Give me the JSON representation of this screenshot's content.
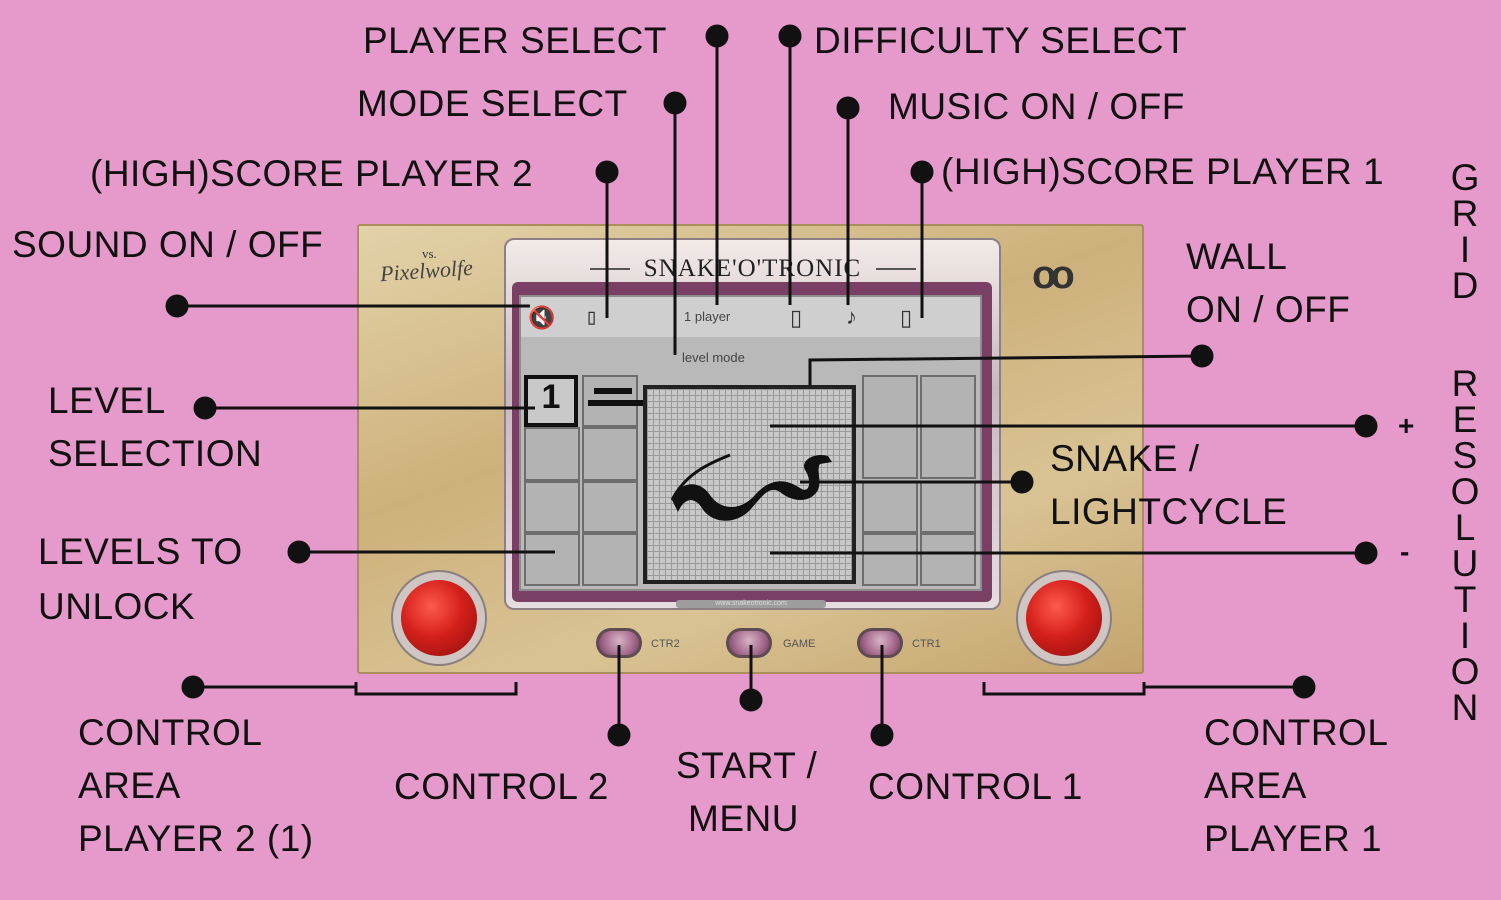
{
  "annotations": {
    "player_select": "PLAYER SELECT",
    "difficulty_select": "DIFFICULTY SELECT",
    "mode_select": "MODE SELECT",
    "music_on_off": "MUSIC ON / OFF",
    "highscore_player2": "(HIGH)SCORE PLAYER 2",
    "highscore_player1": "(HIGH)SCORE PLAYER 1",
    "sound_on_off": "SOUND ON / OFF",
    "wall_line1": "WALL",
    "wall_line2": "ON / OFF",
    "level_line1": "LEVEL",
    "level_line2": "SELECTION",
    "snake_line1": "SNAKE /",
    "snake_line2": "LIGHTCYCLE",
    "levels_line1": "LEVELS TO",
    "levels_line2": "UNLOCK",
    "control_area_p2_line1": "CONTROL",
    "control_area_p2_line2": "AREA",
    "control_area_p2_line3": "PLAYER 2 (1)",
    "control2": "CONTROL 2",
    "start_line1": "START /",
    "start_line2": "MENU",
    "control1": "CONTROL 1",
    "control_area_p1_line1": "CONTROL",
    "control_area_p1_line2": "AREA",
    "control_area_p1_line3": "PLAYER 1",
    "grid_resolution": "GRID RESOLUTION",
    "plus": "+",
    "minus": "-"
  },
  "device": {
    "title": "SNAKE'O'TRONIC",
    "signature_vs": "vs.",
    "signature": "Pixelwolfe",
    "lcd_player_text": "1 player",
    "lcd_mode_text": "level mode",
    "selected_level": "1",
    "footer_strip": "www.snakeotronic.com",
    "btn_ctr2": "CTR2",
    "btn_game": "GAME",
    "btn_ctr1": "CTR1",
    "icons": {
      "sound": "speaker-muted-icon",
      "score_p2": "digit-zero-icon",
      "difficulty": "digit-zero-icon",
      "music": "music-note-icon",
      "score_p1": "digit-zero-icon",
      "goggles": "goggles-icon"
    }
  },
  "colors": {
    "background": "#e69acb",
    "device_wood": "#d9c394",
    "lcd": "#b9b9b9",
    "red_button": "#d4201b",
    "bezel_purple": "#7a3f64"
  }
}
